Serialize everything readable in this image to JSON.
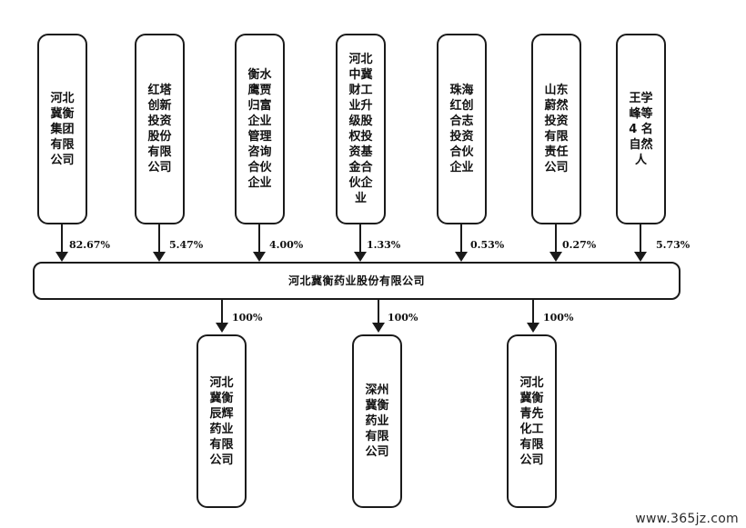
{
  "shareholders": [
    {
      "name": "河北\n冀衡\n集团\n有限\n公司",
      "percent": "82.67%"
    },
    {
      "name": "红塔\n创新\n投资\n股份\n有限\n公司",
      "percent": "5.47%"
    },
    {
      "name": "衡水\n鹰贾\n归富\n企业\n管理\n咨询\n合伙\n企业",
      "percent": "4.00%"
    },
    {
      "name": "河北\n中冀\n财工\n业升\n级股\n权投\n资基\n金合\n伙企\n业",
      "percent": "1.33%"
    },
    {
      "name": "珠海\n红创\n合志\n投资\n合伙\n企业",
      "percent": "0.53%"
    },
    {
      "name": "山东\n蔚然\n投资\n有限\n责任\n公司",
      "percent": "0.27%"
    },
    {
      "name": "王学\n峰等\n4 名\n自然\n人",
      "percent": "5.73%"
    }
  ],
  "company": {
    "name": "河北冀衡药业股份有限公司"
  },
  "subsidiaries": [
    {
      "name": "河北\n冀衡\n辰辉\n药业\n有限\n公司",
      "percent": "100%"
    },
    {
      "name": "深州\n冀衡\n药业\n有限\n公司",
      "percent": "100%"
    },
    {
      "name": "河北\n冀衡\n青先\n化工\n有限\n公司",
      "percent": "100%"
    }
  ],
  "watermark": "www.365jz.com"
}
